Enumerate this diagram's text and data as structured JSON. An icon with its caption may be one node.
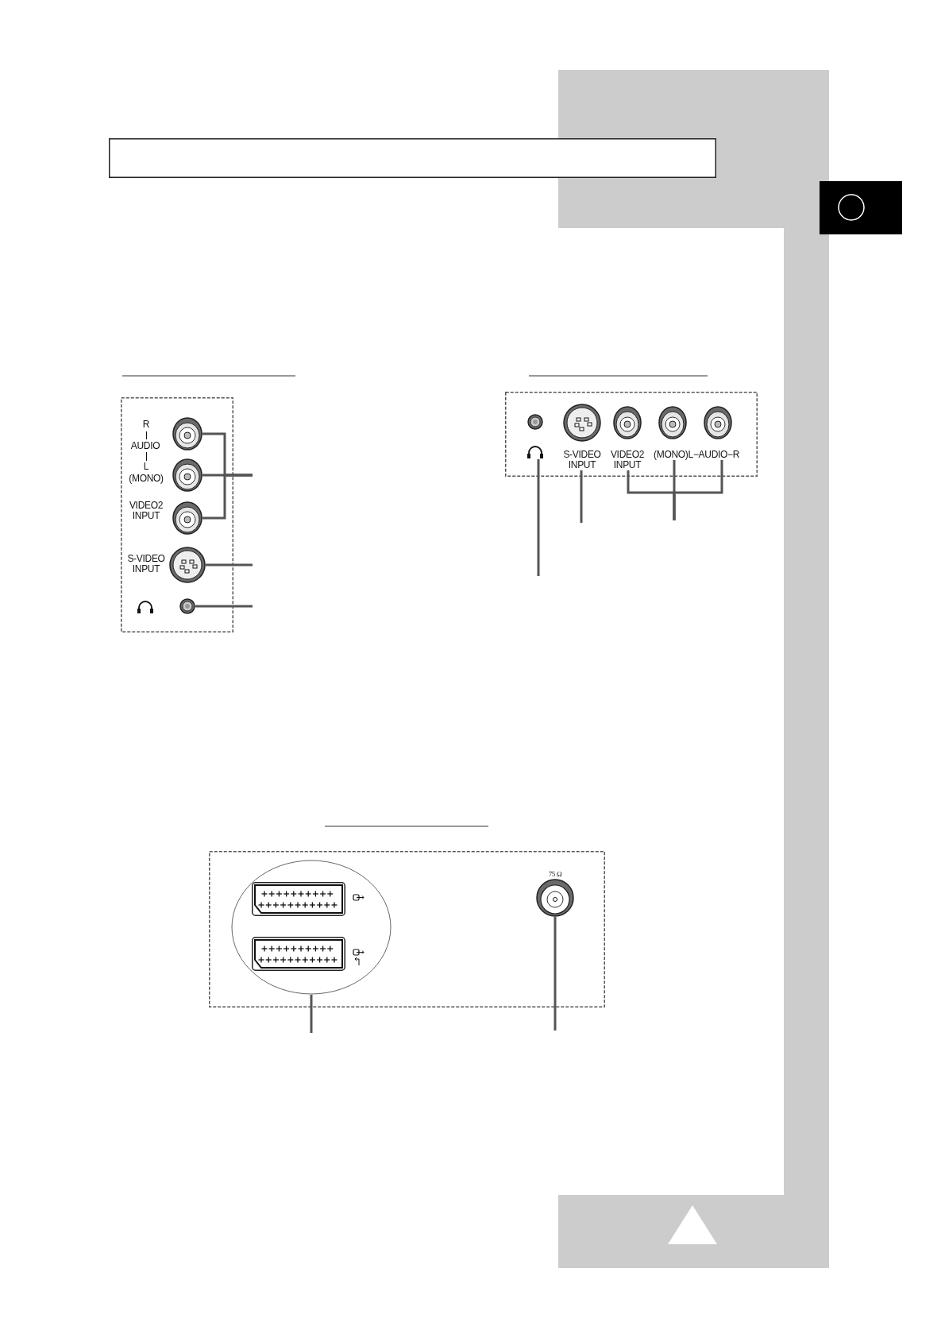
{
  "diagram": {
    "nodes": [
      {
        "text": [],
        "shape": "box"
      },
      {
        "text": [],
        "shape": "box"
      },
      {
        "text": [],
        "shape": "circle",
        "in": 1
      },
      {
        "text": [],
        "shape": "circle",
        "in": 1
      },
      {
        "text": [],
        "shape": "circle",
        "in": 1
      },
      {
        "text": [],
        "shape": "circle",
        "in": 1
      },
      {
        "text": [],
        "shape": "circle",
        "in": 1
      },
      {
        "text": [],
        "shape": "box"
      },
      {
        "text": [],
        "shape": "circle",
        "in": 7
      },
      {
        "text": [],
        "shape": "circle",
        "in": 7
      },
      {
        "text": [],
        "shape": "circle",
        "in": 7
      },
      {
        "text": [],
        "shape": "circle",
        "in": 7
      },
      {
        "text": [],
        "shape": "circle",
        "in": 7
      },
      {
        "text": [],
        "shape": "headphones",
        "in": 7
      },
      {
        "text": [
          "S-VIDEO INPUT"
        ],
        "in": 7
      },
      {
        "text": [
          "VIDEO2 INPUT"
        ],
        "in": 7
      },
      {
        "text": [
          "(MONO)L−AUDIO−R"
        ],
        "in": 7
      },
      {
        "text": [],
        "shape": "box"
      },
      {
        "text": [],
        "shape": "ellipse",
        "in": 17
      },
      {
        "text": [],
        "shape": "box",
        "in": 18
      },
      {
        "text": [],
        "shape": "box",
        "in": 18
      },
      {
        "text": [],
        "shape": "circle",
        "in": 17,
        "beside": [
          "75 Ω"
        ]
      }
    ],
    "edges": [
      {
        "from": 2,
        "to": null,
        "arrow": "none"
      },
      {
        "from": 3,
        "to": null,
        "arrow": "none"
      },
      {
        "from": 4,
        "to": null,
        "arrow": "none"
      },
      {
        "from": 5,
        "to": null,
        "arrow": "none"
      },
      {
        "from": 6,
        "to": null,
        "arrow": "none"
      },
      {
        "from": 13,
        "to": null,
        "arrow": "none"
      },
      {
        "from": 14,
        "to": null,
        "arrow": "none"
      },
      {
        "from": 15,
        "to": null,
        "arrow": "none"
      },
      {
        "from": 16,
        "to": null,
        "arrow": "none"
      },
      {
        "from": 16,
        "to": null,
        "arrow": "none"
      },
      {
        "from": 18,
        "to": null,
        "arrow": "none"
      },
      {
        "from": 21,
        "to": null,
        "arrow": "none"
      }
    ],
    "labels": [
      "R",
      "AUDIO",
      "L",
      "(MONO)",
      "VIDEO2 INPUT",
      "S-VIDEO INPUT"
    ]
  }
}
